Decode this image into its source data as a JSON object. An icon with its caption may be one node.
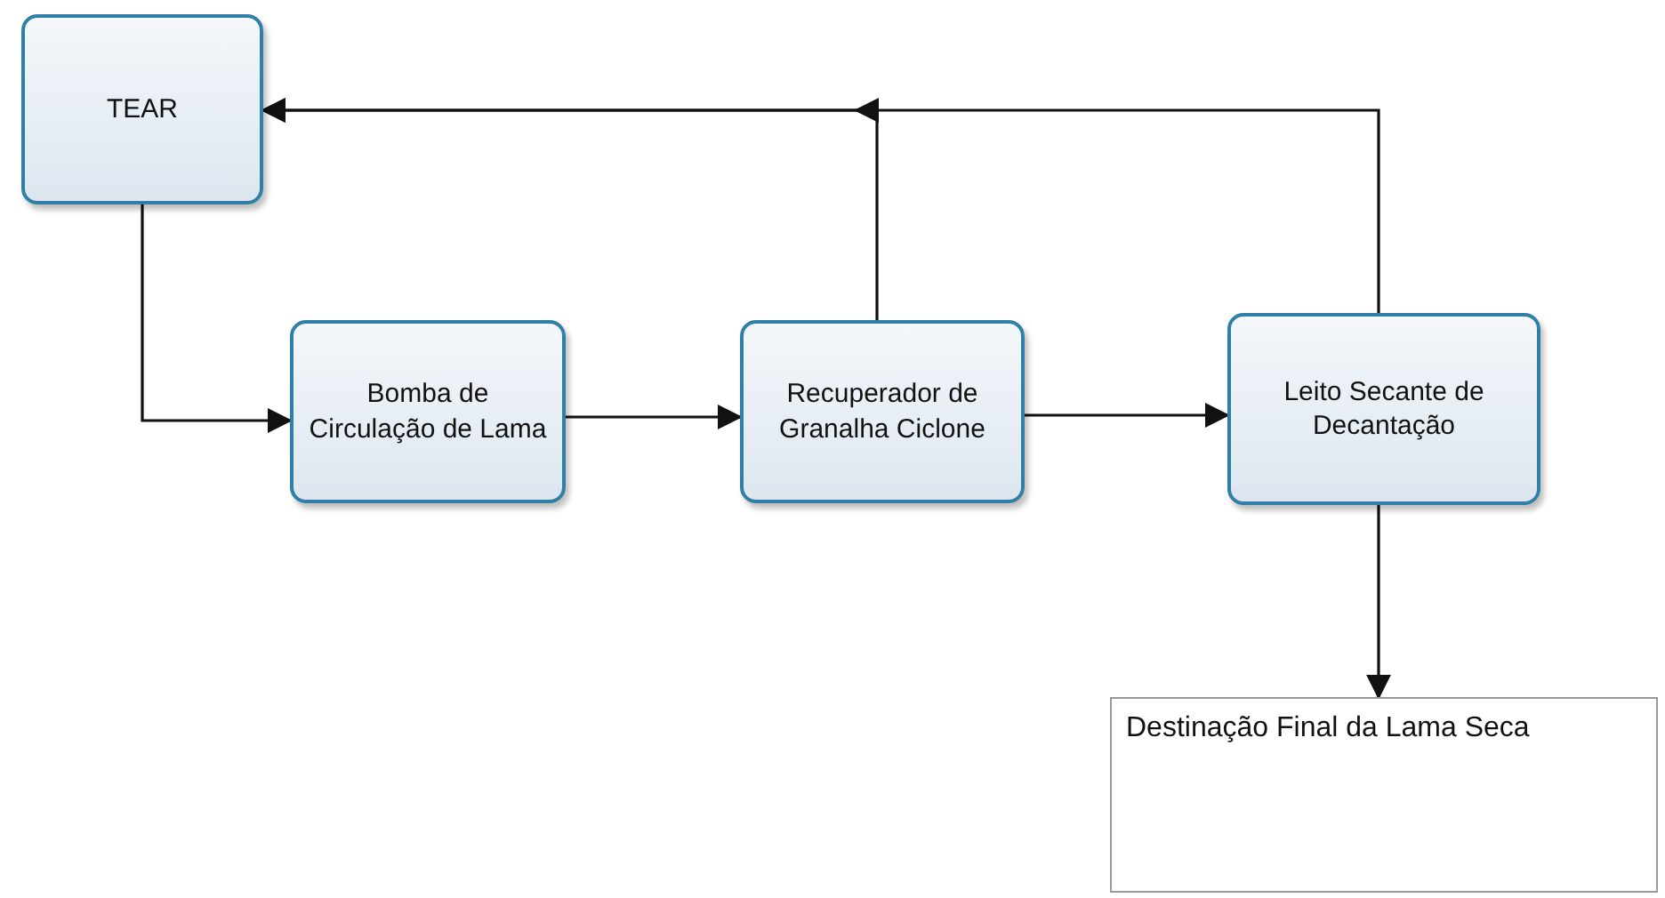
{
  "diagram": {
    "nodes": [
      {
        "text": [
          "TEAR"
        ]
      },
      {
        "text": [
          "Bomba de Circulação de Lama"
        ]
      },
      {
        "text": [
          "Recuperador de Granalha Ciclone"
        ]
      },
      {
        "text": [
          "Leito Secante de Decantação"
        ]
      },
      {
        "text": [
          "Destinação Final da Lama Seca"
        ]
      }
    ],
    "edges": [
      {
        "from": 0,
        "to": 1,
        "arrow": "to"
      },
      {
        "from": 1,
        "to": 2,
        "arrow": "to"
      },
      {
        "from": 2,
        "to": 3,
        "arrow": "to"
      },
      {
        "from": 2,
        "to": 0,
        "arrow": "to"
      },
      {
        "from": 3,
        "to": 0,
        "arrow": "to"
      },
      {
        "from": 3,
        "to": 4,
        "arrow": "to"
      }
    ]
  }
}
